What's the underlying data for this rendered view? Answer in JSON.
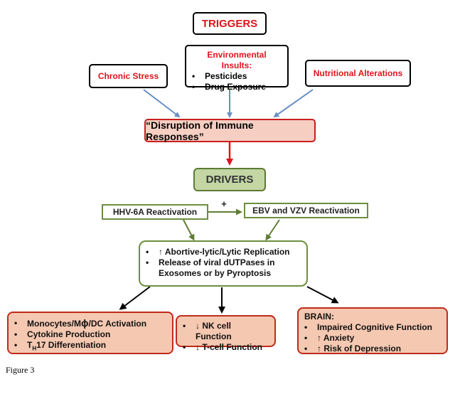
{
  "triggers": {
    "title": "TRIGGERS",
    "chronic_stress": "Chronic Stress",
    "env_title": "Environmental Insults:",
    "env_items": [
      "Pesticides",
      "Drug Exposure"
    ],
    "nutritional": "Nutritional Alterations"
  },
  "disruption": "“Disruption of Immune Responses”",
  "drivers": {
    "title": "DRIVERS",
    "hhv": "HHV-6A Reactivation",
    "plus": "+",
    "ebv": "EBV and VZV Reactivation",
    "replication_items": [
      "↑ Abortive-lytic/Lytic Replication",
      "Release of viral dUTPases in Exosomes or by Pyroptosis"
    ]
  },
  "outcomes": {
    "immune": {
      "item1_a": "Monocytes/M",
      "item1_phi": "ϕ",
      "item1_b": "/DC Activation",
      "item2": "Cytokine Production",
      "item3_t": "T",
      "item3_sub": "H",
      "item3_rest": "17 Differentiation"
    },
    "nk": [
      "↓ NK cell Function",
      "↓ T-cell Function"
    ],
    "brain": {
      "title": "BRAIN:",
      "items": [
        "Impaired Cognitive Function",
        "↑ Anxiety",
        "↑ Risk of Depression"
      ]
    }
  },
  "caption": "Figure 3",
  "colors": {
    "red_text": "#e0141c",
    "disruption_fill": "#f6cfc2",
    "disruption_border": "#c8201d",
    "drivers_fill": "#c3d6a4",
    "drivers_border": "#5c7b33",
    "green_border": "#6c8f3e",
    "outcome_fill": "#f5c8b1",
    "outcome_border": "#bf2b1a",
    "blue_arrow": "#6a8fc6",
    "green_arrow": "#5f7e35"
  }
}
